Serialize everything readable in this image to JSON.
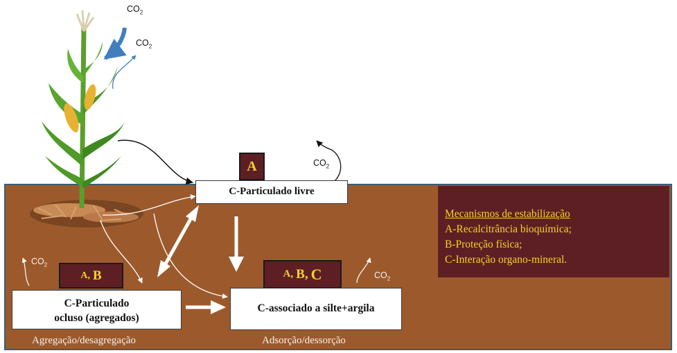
{
  "boxes": {
    "free": "C-Particulado livre",
    "occluded_line1": "C-Particulado",
    "occluded_line2": "ocluso (agregados)",
    "mineral": "C-associado a silte+argila"
  },
  "tags": {
    "free": "A",
    "occluded_a": "A",
    "occluded_sep": ",",
    "occluded_b": "B",
    "mineral_a": "A",
    "mineral_sep1": ",",
    "mineral_b": "B",
    "mineral_sep2": ",",
    "mineral_c": "C"
  },
  "co2": {
    "text": "CO",
    "sub": "2"
  },
  "captions": {
    "aggregation": "Agregação/desagregação",
    "adsorption": "Adsorção/dessorção"
  },
  "legend": {
    "title": "Mecanismos de estabilização",
    "items": [
      "A-Recalcitrância bioquímica;",
      "B-Proteção física;",
      "C-Interação organo-mineral."
    ]
  },
  "colors": {
    "soil": "#9c5a2c",
    "tag_bg": "#5e1f24",
    "tag_text": "#f5d426",
    "blue_arrow": "#3f7fc0"
  }
}
